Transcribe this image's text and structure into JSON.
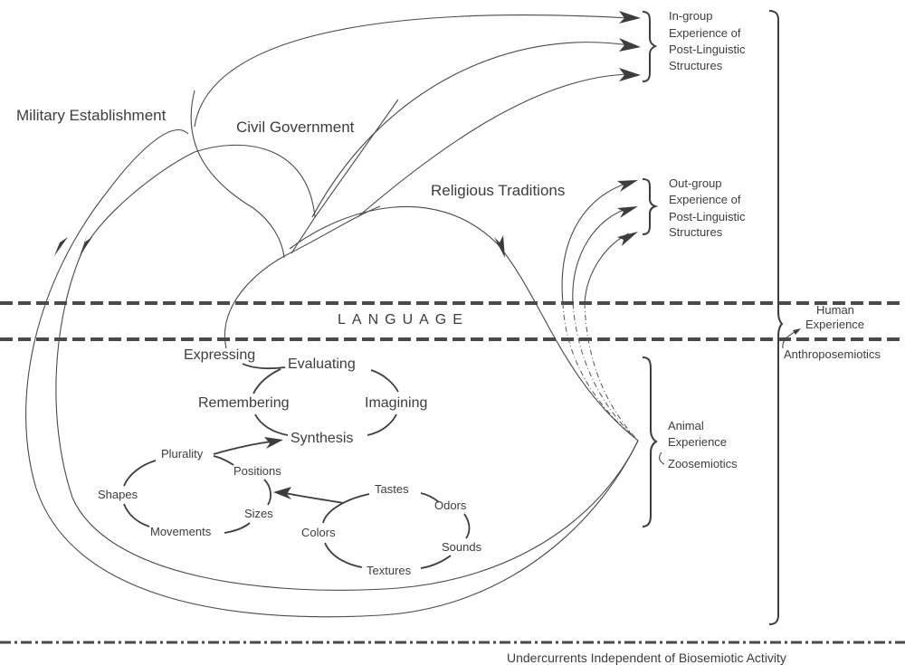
{
  "institutions": {
    "military": "Military Establishment",
    "civil": "Civil Government",
    "religious": "Religious Traditions"
  },
  "ingroup": {
    "lines": [
      "In-group",
      "Experience of",
      "Post-Linguistic",
      "Structures"
    ]
  },
  "outgroup": {
    "lines": [
      "Out-group",
      "Experience of",
      "Post-Linguistic",
      "Structures"
    ]
  },
  "language_band": "LANGUAGE",
  "human": {
    "lines": [
      "Human",
      "Experience"
    ],
    "semiotics": "Anthroposemiotics"
  },
  "animal": {
    "lines": [
      "Animal",
      "Experience"
    ],
    "semiotics": "Zoosemiotics"
  },
  "cognition_cycle": {
    "expressing": "Expressing",
    "evaluating": "Evaluating",
    "remembering": "Remembering",
    "imagining": "Imagining",
    "synthesis": "Synthesis"
  },
  "perception_cycle": {
    "plurality": "Plurality",
    "positions": "Positions",
    "shapes": "Shapes",
    "sizes": "Sizes",
    "movements": "Movements"
  },
  "sensation_cycle": {
    "tastes": "Tastes",
    "odors": "Odors",
    "colors": "Colors",
    "sounds": "Sounds",
    "textures": "Textures"
  },
  "bottom_label": "Undercurrents Independent of Biosemiotic Activity"
}
